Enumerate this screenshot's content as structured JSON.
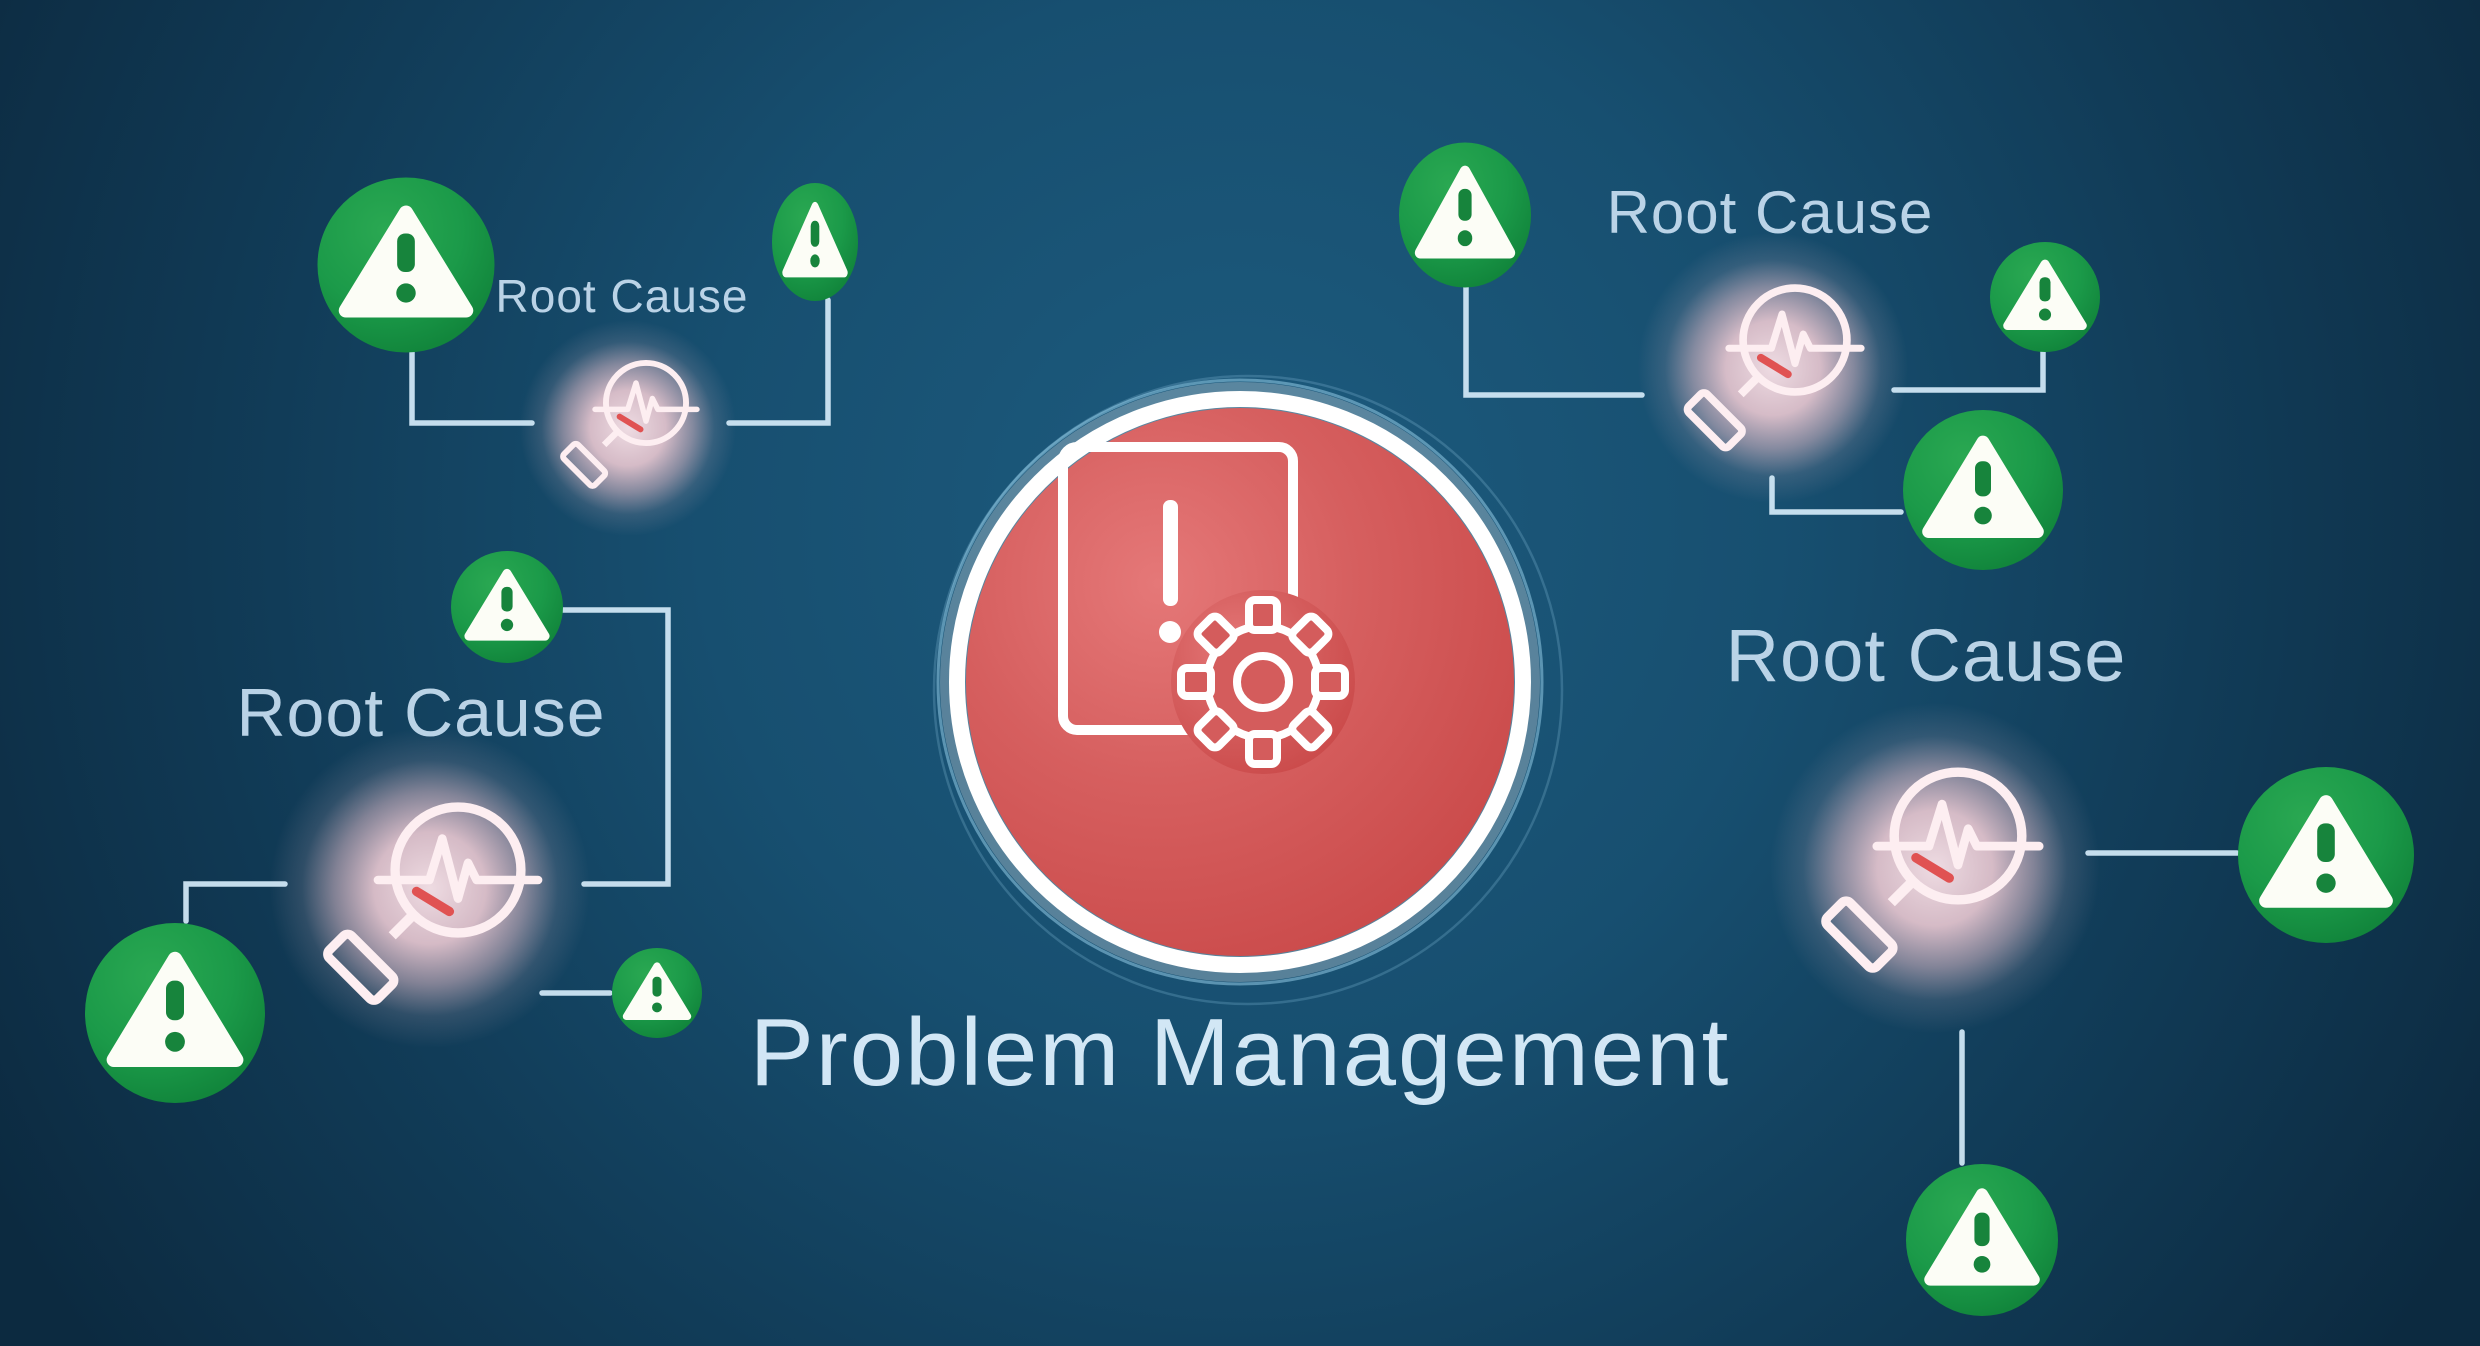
{
  "title": "Problem Management",
  "clusters": [
    {
      "id": "top-left",
      "label": "Root Cause"
    },
    {
      "id": "bottom-left",
      "label": "Root Cause"
    },
    {
      "id": "top-right",
      "label": "Root Cause"
    },
    {
      "id": "right",
      "label": "Root Cause"
    }
  ],
  "colors": {
    "background_center": "#1d5b7e",
    "background_edge": "#0c2a40",
    "hub_red": "#d65f5f",
    "hub_ring": "#ffffff",
    "green": "#1b9a49",
    "green_dark": "#17843c",
    "glow_pink": "#deb9c5",
    "connector": "#cfe6f4",
    "label_text": "#c3dbee",
    "title_text": "#d9ecfa",
    "magnifier_stroke": "#fdeef1",
    "accent_red": "#e05252"
  },
  "icons": {
    "center": "problem-alert-document-gear-icon",
    "cluster_core": "root-cause-magnifier-pulse-icon",
    "endpoint": "incident-warning-triangle-icon"
  }
}
